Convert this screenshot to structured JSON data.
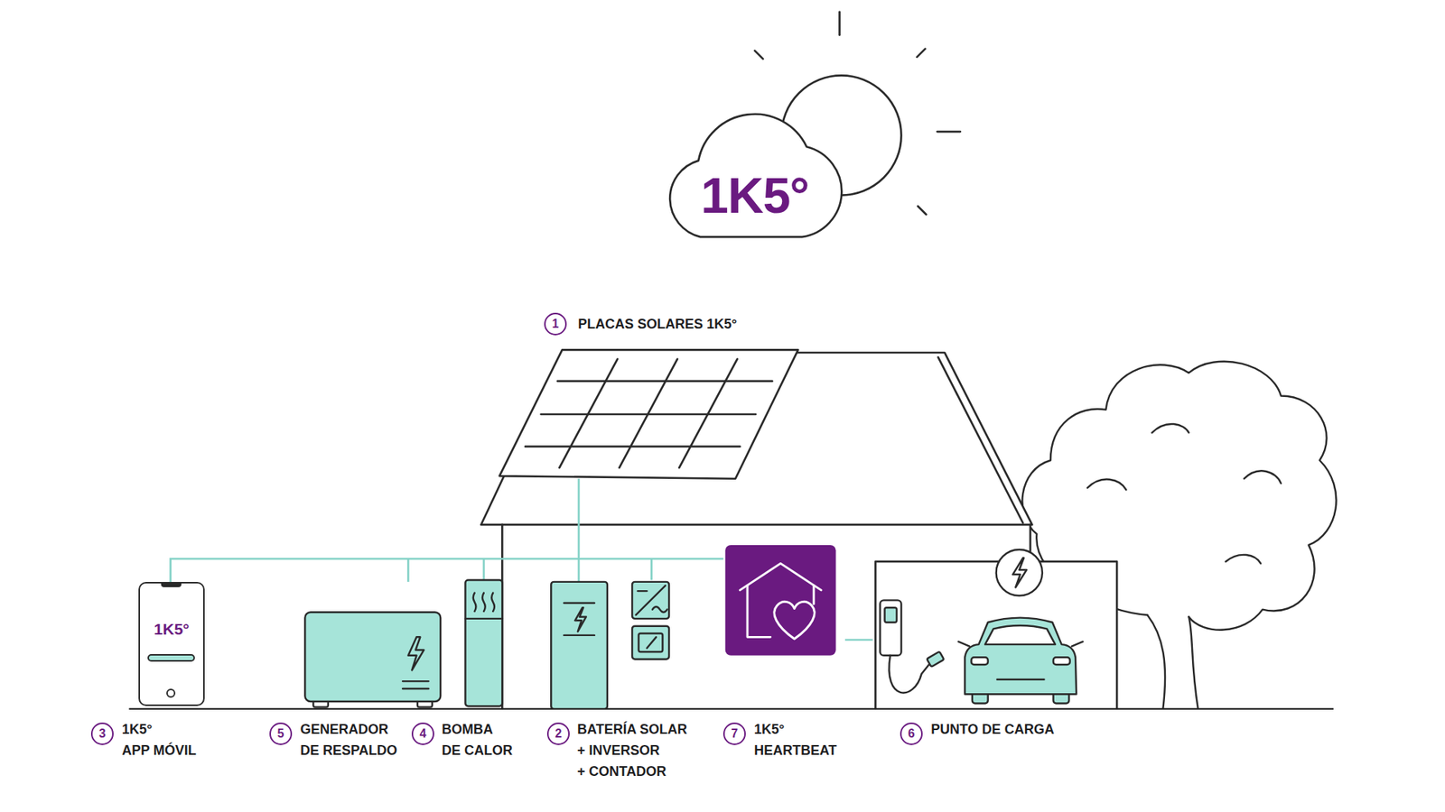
{
  "diagram": {
    "nodes": [
      {
        "text": [
          "1K5°"
        ]
      },
      {
        "text": [
          "1K5°"
        ]
      }
    ],
    "labels": [
      "1",
      "PLACAS SOLARES 1K5°",
      "3",
      "1K5° APP MÓVIL",
      "5",
      "GENERADOR DE RESPALDO",
      "4",
      "BOMBA DE CALOR",
      "2",
      "BATERÍA SOLAR + INVERSOR + CONTADOR",
      "7",
      "1K5° HEARTBEAT",
      "6",
      "PUNTO DE CARGA"
    ]
  }
}
